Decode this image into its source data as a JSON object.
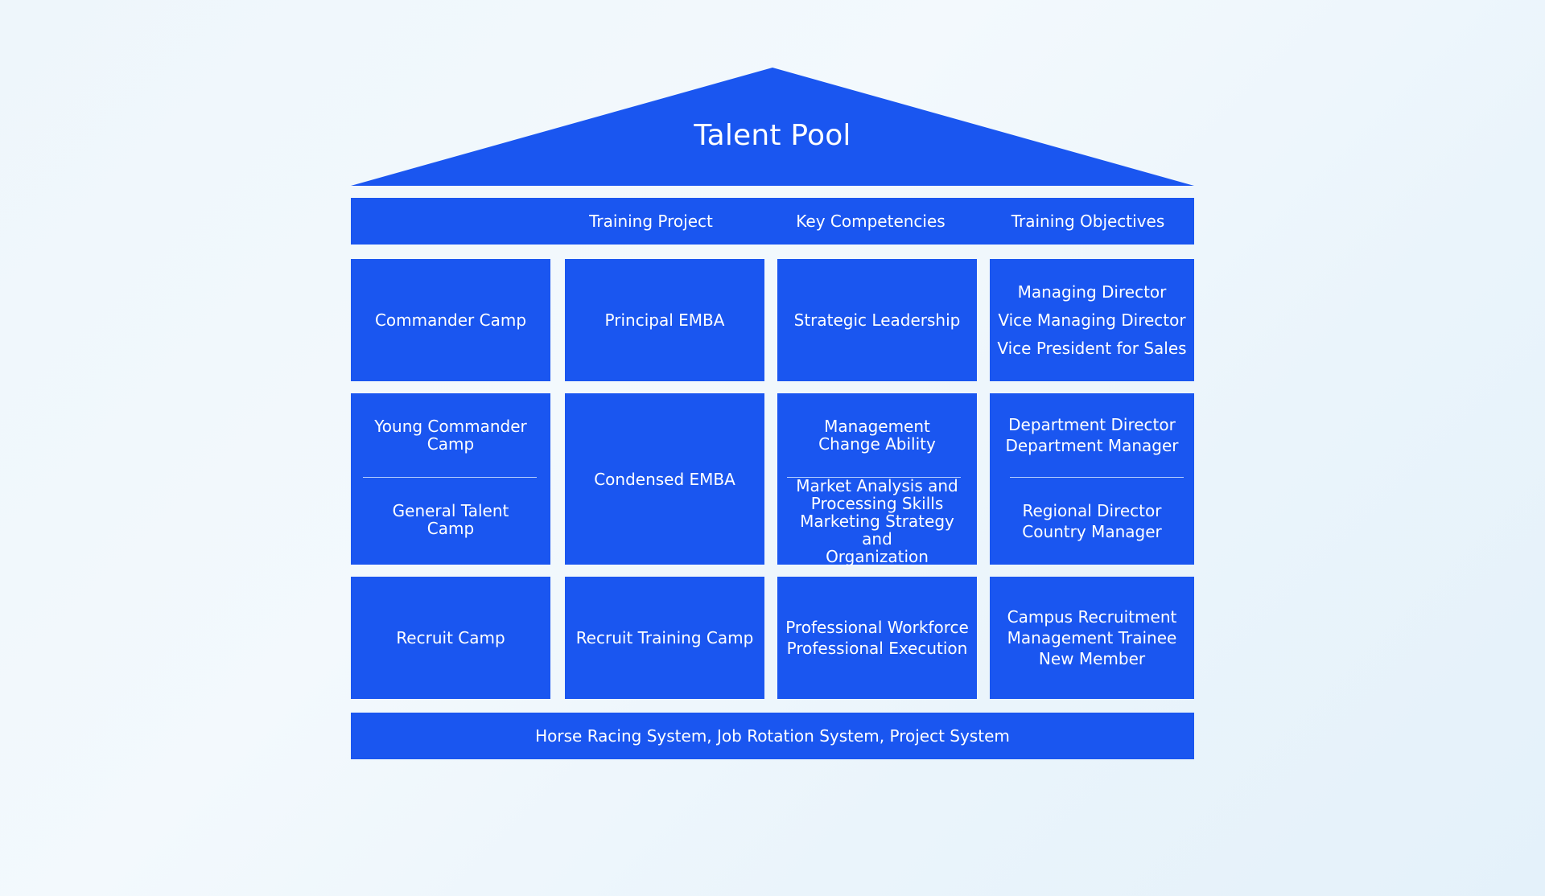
{
  "roof": {
    "title": "Talent Pool"
  },
  "header": {
    "columns": [
      "",
      "Training Project",
      "Key Competencies",
      "Training Objectives"
    ]
  },
  "rows": [
    {
      "camp": [
        "Commander Camp"
      ],
      "project": [
        "Principal EMBA"
      ],
      "competencies": [
        "Strategic Leadership"
      ],
      "objectives": [
        "Managing Director",
        "Vice Managing Director",
        "Vice President for Sales"
      ]
    },
    {
      "camp_top": [
        "Young Commander",
        "Camp"
      ],
      "camp_bottom": [
        "General Talent",
        "Camp"
      ],
      "project": [
        "Condensed EMBA"
      ],
      "competencies_top": [
        "Management",
        "Change Ability"
      ],
      "competencies_bottom": [
        "Market Analysis and",
        "Processing Skills",
        "Marketing Strategy and",
        "Organization"
      ],
      "objectives_top": [
        "Department Director",
        "Department Manager"
      ],
      "objectives_bottom": [
        "Regional Director",
        "Country Manager"
      ]
    },
    {
      "camp": [
        "Recruit Camp"
      ],
      "project": [
        "Recruit Training Camp"
      ],
      "competencies": [
        "Professional Workforce",
        "Professional Execution"
      ],
      "objectives": [
        "Campus Recruitment",
        "Management Trainee",
        "New Member"
      ]
    }
  ],
  "footer": {
    "text": "Horse Racing System, Job Rotation System, Project System"
  },
  "colors": {
    "block": "#1a56f0",
    "text": "#ffffff",
    "background": "#eef6fb"
  }
}
